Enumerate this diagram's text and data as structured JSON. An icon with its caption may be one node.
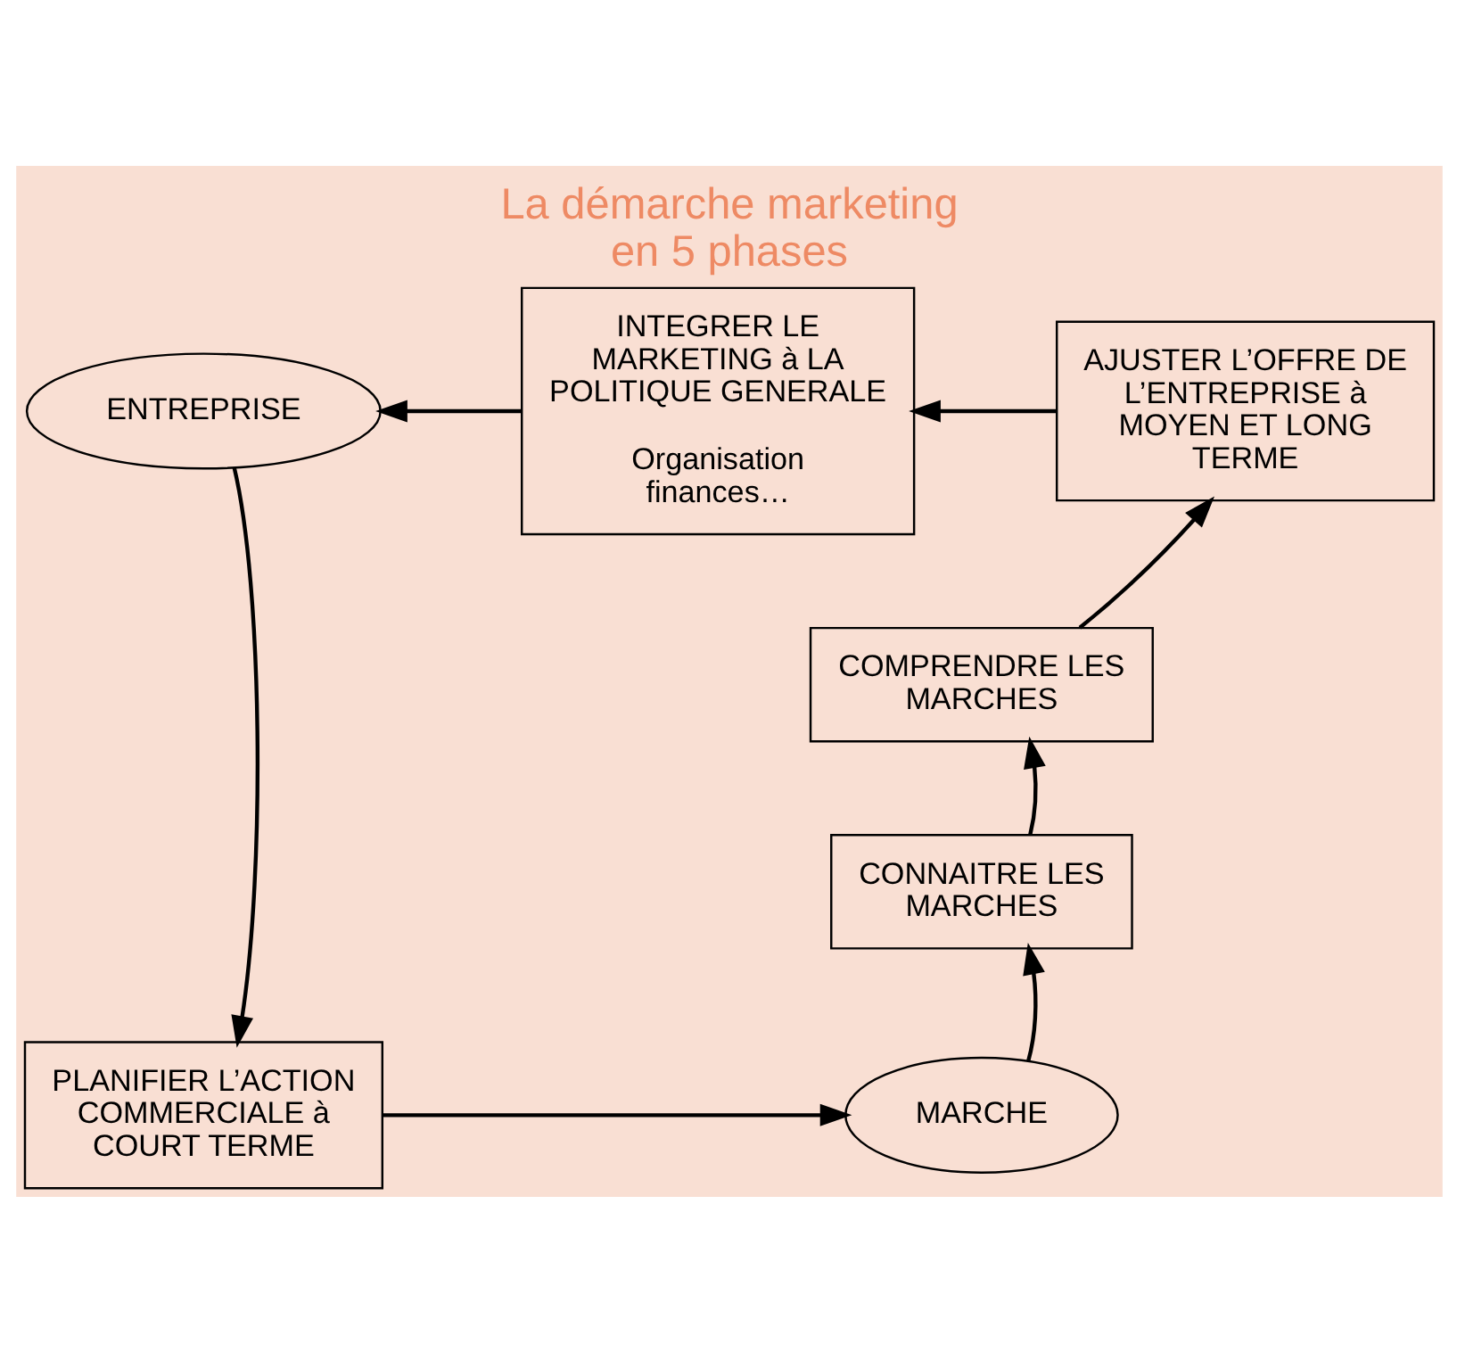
{
  "diagram": {
    "title": "La démarche marketing en 5 phases",
    "nodes": [
      {
        "text": [
          "ENTREPRISE"
        ]
      },
      {
        "text": [
          "INTEGRER LE MARKETING à LA POLITIQUE GENERALE",
          "Organisation finances…"
        ]
      },
      {
        "text": [
          "AJUSTER L’OFFRE DE L’ENTREPRISE à MOYEN ET LONG TERME"
        ]
      },
      {
        "text": [
          "COMPRENDRE LES MARCHES"
        ]
      },
      {
        "text": [
          "CONNAITRE LES MARCHES"
        ]
      },
      {
        "text": [
          "PLANIFIER L’ACTION COMMERCIALE à COURT TERME"
        ]
      },
      {
        "text": [
          "MARCHE"
        ]
      }
    ],
    "edges": [
      {
        "from": 1,
        "to": 0,
        "arrow": "to"
      },
      {
        "from": 2,
        "to": 1,
        "arrow": "to"
      },
      {
        "from": 3,
        "to": 2,
        "arrow": "to"
      },
      {
        "from": 4,
        "to": 3,
        "arrow": "to"
      },
      {
        "from": 6,
        "to": 4,
        "arrow": "to"
      },
      {
        "from": 0,
        "to": 5,
        "arrow": "to"
      },
      {
        "from": 5,
        "to": 6,
        "arrow": "to"
      }
    ]
  }
}
